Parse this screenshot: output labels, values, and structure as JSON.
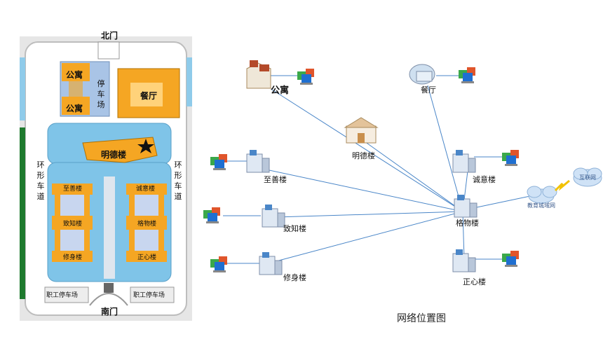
{
  "map": {
    "north_gate": "北门",
    "south_gate": "南门",
    "dormitory_top": "公寓",
    "dormitory_bottom": "公寓",
    "parking": "停车场",
    "canteen": "餐厅",
    "mingde": "明德楼",
    "ring_road_left": "环形车道",
    "ring_road_right": "环形车道",
    "zhishan": "至善楼",
    "chengyi": "诚意楼",
    "zhizhi": "致知楼",
    "gewu": "格物楼",
    "xiushen": "修身楼",
    "zhengxin": "正心楼",
    "staff_parking_left": "职工停车场",
    "staff_parking_right": "职工停车场"
  },
  "network": {
    "nodes": {
      "apartment": "公寓",
      "canteen": "餐厅",
      "mingde": "明德楼",
      "zhishan": "至善楼",
      "zhizhi": "致知楼",
      "xiushen": "修身楼",
      "chengyi": "诚意楼",
      "gewu": "格物楼",
      "zhengxin": "正心楼",
      "metro_net": "教育城域网",
      "internet": "互联网"
    },
    "caption": "网络位置图",
    "colors": {
      "link": "#4a86c8",
      "building": "#f1c232",
      "campus_green": "#7fc4e8"
    }
  }
}
